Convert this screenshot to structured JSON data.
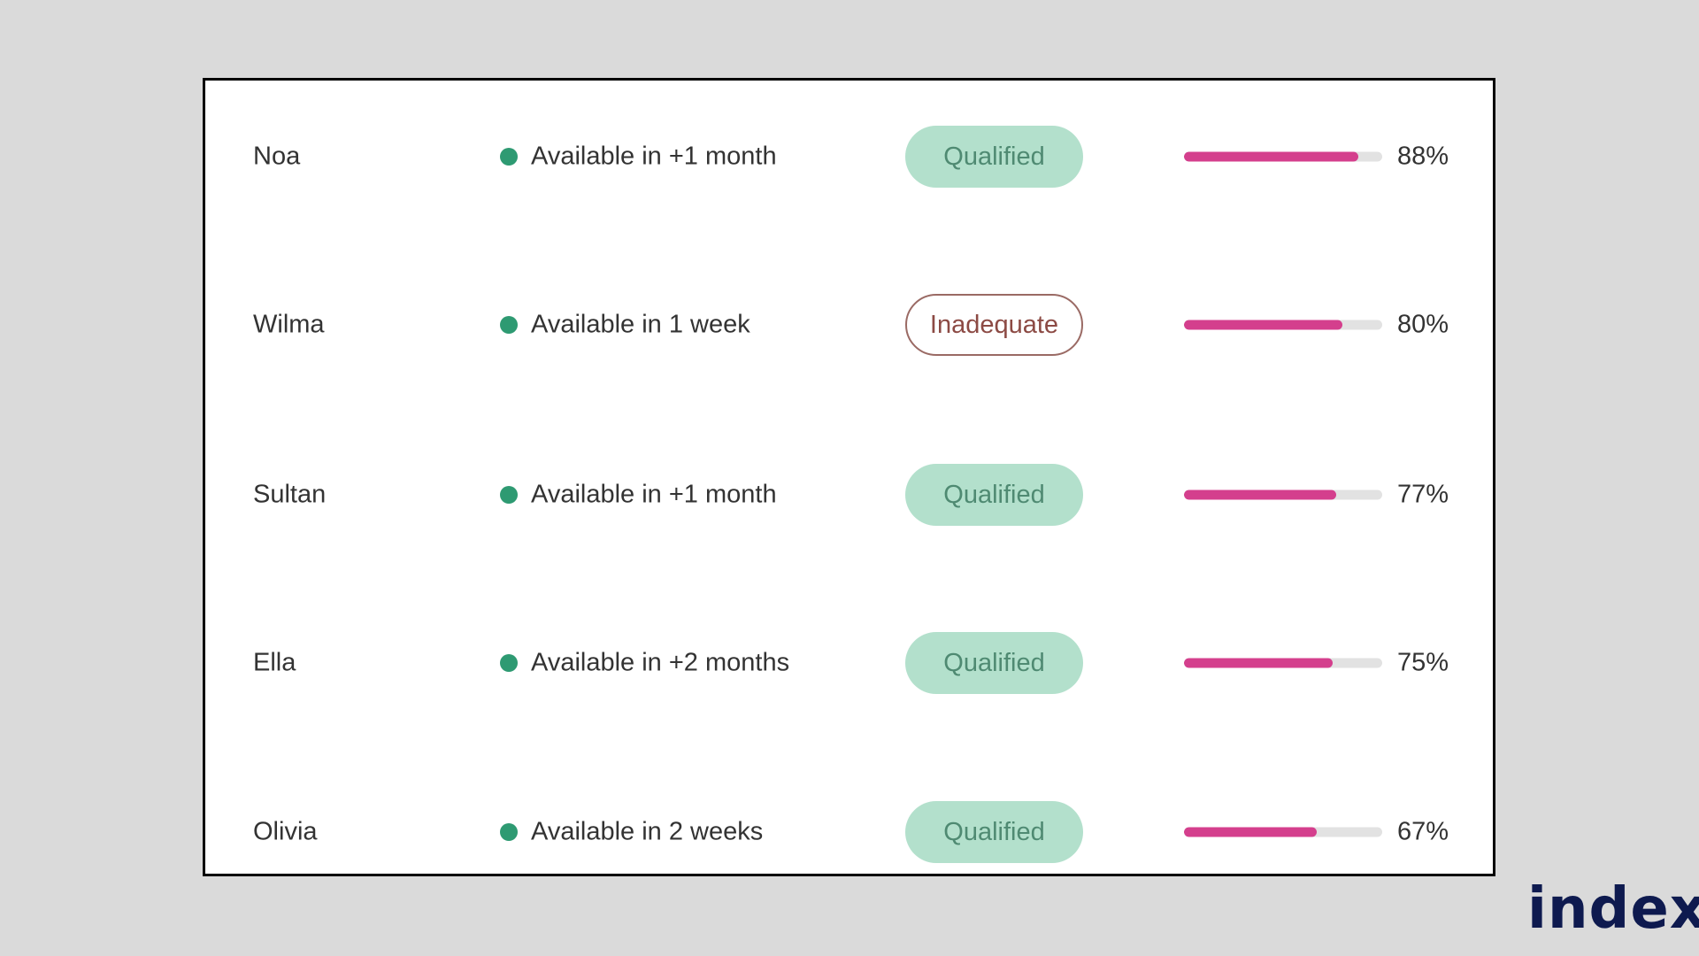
{
  "candidates": [
    {
      "name": "Noa",
      "availability": "Available in +1 month",
      "status": "Qualified",
      "score_label": "88%",
      "score": 88
    },
    {
      "name": "Wilma",
      "availability": "Available in 1 week",
      "status": "Inadequate",
      "score_label": "80%",
      "score": 80
    },
    {
      "name": "Sultan",
      "availability": "Available in +1 month",
      "status": "Qualified",
      "score_label": "77%",
      "score": 77
    },
    {
      "name": "Ella",
      "availability": "Available in +2 months",
      "status": "Qualified",
      "score_label": "75%",
      "score": 75
    },
    {
      "name": "Olivia",
      "availability": "Available in 2 weeks",
      "status": "Qualified",
      "score_label": "67%",
      "score": 67
    }
  ],
  "logo": {
    "text": "index",
    "dot": "."
  },
  "colors": {
    "available": "#2e9a72",
    "qualified_bg": "#b3e0cc",
    "inadequate_border": "#9a6a64",
    "bar": "#d43f8d",
    "logo": "#0e1a4f",
    "logo_dot": "#f26a3a"
  }
}
